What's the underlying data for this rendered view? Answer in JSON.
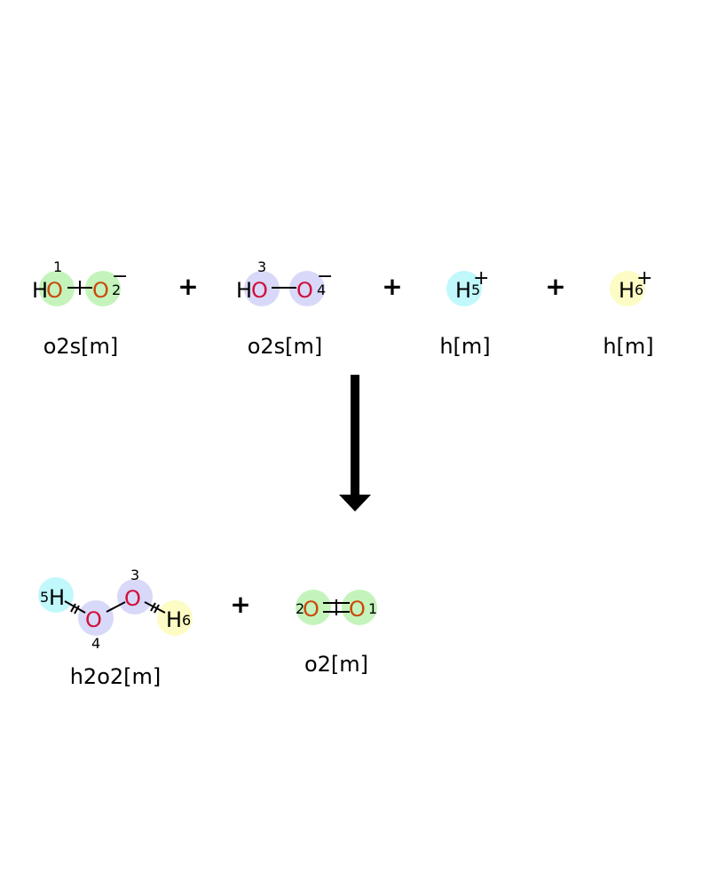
{
  "colors": {
    "oxygen": "#d0103a",
    "oxygen_dark": "#c84a0c",
    "hydrogen": "#000000",
    "green": "#c4f4bc",
    "lavender": "#d8d8f8",
    "cyan": "#c0f8fc",
    "yellow": "#fcfcc4"
  },
  "reactants": [
    {
      "label": "o2s[m]",
      "atoms": [
        {
          "symbol": "H",
          "text": "H"
        },
        {
          "symbol": "O",
          "number": "1"
        },
        {
          "symbol": "O",
          "number": "2",
          "charge": "−"
        }
      ]
    },
    {
      "label": "o2s[m]",
      "atoms": [
        {
          "symbol": "H",
          "text": "H"
        },
        {
          "symbol": "O",
          "number": "3"
        },
        {
          "symbol": "O",
          "number": "4",
          "charge": "−"
        }
      ]
    },
    {
      "label": "h[m]",
      "atoms": [
        {
          "symbol": "H",
          "number": "5",
          "charge": "+"
        }
      ]
    },
    {
      "label": "h[m]",
      "atoms": [
        {
          "symbol": "H",
          "number": "6",
          "charge": "+"
        }
      ]
    }
  ],
  "products": [
    {
      "label": "h2o2[m]",
      "atoms": [
        {
          "symbol": "H",
          "number": "5"
        },
        {
          "symbol": "O",
          "number": "4"
        },
        {
          "symbol": "O",
          "number": "3"
        },
        {
          "symbol": "H",
          "number": "6"
        }
      ]
    },
    {
      "label": "o2[m]",
      "atoms": [
        {
          "symbol": "O",
          "number": "2"
        },
        {
          "symbol": "O",
          "number": "1"
        }
      ]
    }
  ],
  "plus_sign": "+",
  "symbols": {
    "H": "H",
    "O": "O"
  }
}
